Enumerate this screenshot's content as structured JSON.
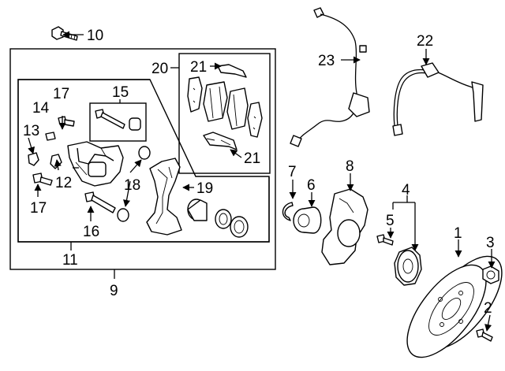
{
  "diagram": {
    "callouts": [
      {
        "id": "c1",
        "label": "1"
      },
      {
        "id": "c2",
        "label": "2"
      },
      {
        "id": "c3",
        "label": "3"
      },
      {
        "id": "c4",
        "label": "4"
      },
      {
        "id": "c5",
        "label": "5"
      },
      {
        "id": "c6",
        "label": "6"
      },
      {
        "id": "c7",
        "label": "7"
      },
      {
        "id": "c8",
        "label": "8"
      },
      {
        "id": "c9",
        "label": "9"
      },
      {
        "id": "c10",
        "label": "10"
      },
      {
        "id": "c11",
        "label": "11"
      },
      {
        "id": "c12",
        "label": "12"
      },
      {
        "id": "c13",
        "label": "13"
      },
      {
        "id": "c14",
        "label": "14"
      },
      {
        "id": "c15",
        "label": "15"
      },
      {
        "id": "c16",
        "label": "16"
      },
      {
        "id": "c17a",
        "label": "17"
      },
      {
        "id": "c17b",
        "label": "17"
      },
      {
        "id": "c18",
        "label": "18"
      },
      {
        "id": "c19",
        "label": "19"
      },
      {
        "id": "c20",
        "label": "20"
      },
      {
        "id": "c21a",
        "label": "21"
      },
      {
        "id": "c21b",
        "label": "21"
      },
      {
        "id": "c22",
        "label": "22"
      },
      {
        "id": "c23",
        "label": "23"
      }
    ]
  }
}
